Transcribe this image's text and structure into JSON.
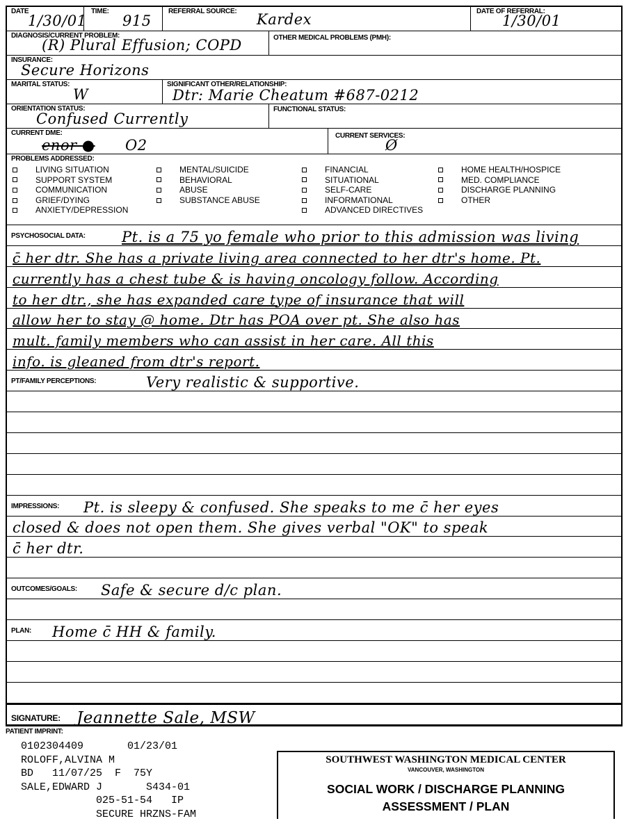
{
  "header": {
    "date_label": "DATE",
    "date_value": "1/30/01",
    "time_label": "TIME:",
    "time_value": "915",
    "referral_source_label": "REFERRAL SOURCE:",
    "referral_source_value": "Kardex",
    "date_of_referral_label": "DATE OF REFERRAL:",
    "date_of_referral_value": "1/30/01",
    "diagnosis_label": "DIAGNOSIS/CURRENT PROBLEM:",
    "diagnosis_value": "(R) Plural Effusion; COPD",
    "other_medical_label": "OTHER MEDICAL PROBLEMS (PMH):",
    "insurance_label": "INSURANCE:",
    "insurance_value": "Secure Horizons",
    "marital_label": "MARITAL STATUS:",
    "marital_value": "W",
    "significant_other_label": "SIGNIFICANT OTHER/RELATIONSHIP:",
    "significant_other_value": "Dtr: Marie Cheatum #687-0212",
    "orientation_label": "ORIENTATION STATUS:",
    "orientation_value": "Confused Currently",
    "functional_label": "FUNCTIONAL STATUS:",
    "dme_label": "CURRENT DME:",
    "dme_value": "O2",
    "services_label": "CURRENT SERVICES:",
    "services_value": "Ø"
  },
  "problems": {
    "label": "PROBLEMS ADDRESSED:",
    "columns": [
      [
        "LIVING SITUATION",
        "SUPPORT SYSTEM",
        "COMMUNICATION",
        "GRIEF/DYING",
        "ANXIETY/DEPRESSION"
      ],
      [
        "MENTAL/SUICIDE",
        "BEHAVIORAL",
        "ABUSE",
        "SUBSTANCE ABUSE"
      ],
      [
        "FINANCIAL",
        "SITUATIONAL",
        "SELF-CARE",
        "INFORMATIONAL",
        "ADVANCED DIRECTIVES"
      ],
      [
        "HOME HEALTH/HOSPICE",
        "MED. COMPLIANCE",
        "DISCHARGE PLANNING",
        "OTHER"
      ]
    ]
  },
  "sections": [
    {
      "key": "psychosocial",
      "label": "PSYCHOSOCIAL DATA:",
      "rows": 7,
      "lines": [
        "Pt. is a 75 yo female who prior to this admission was living",
        "c̄ her dtr. She has a private living area connected to her dtr's home. Pt.",
        "currently has a chest tube & is having oncology follow. According",
        "to her dtr., she has expanded care type of insurance that will",
        "allow her to stay @ home. Dtr has POA over pt. She also has",
        "mult. family members who can assist in her care. All this",
        "info. is gleaned from dtr's report."
      ]
    },
    {
      "key": "perceptions",
      "label": "PT/FAMILY PERCEPTIONS:",
      "rows": 6,
      "lines": [
        "Very realistic & supportive."
      ]
    },
    {
      "key": "impressions",
      "label": "IMPRESSIONS:",
      "rows": 4,
      "lines": [
        "Pt. is sleepy & confused. She speaks to me c̄ her eyes",
        "closed & does not open them. She gives verbal \"OK\" to speak",
        "c̄ her dtr."
      ]
    },
    {
      "key": "outcomes",
      "label": "OUTCOMES/GOALS:",
      "rows": 2,
      "lines": [
        "Safe & secure d/c plan."
      ]
    },
    {
      "key": "plan",
      "label": "PLAN:",
      "rows": 4,
      "lines": [
        "Home c̄ HH & family."
      ]
    }
  ],
  "signature": {
    "label": "SIGNATURE:",
    "value": "Jeannette Sale, MSW"
  },
  "imprint": {
    "label": "PATIENT IMPRINT:",
    "lines": [
      "0102304409       01/23/01",
      "ROLOFF,ALVINA M",
      "BD   11/07/25  F  75Y",
      "SALE,EDWARD J       S434-01",
      "            025-51-54   IP",
      "            SECURE HRZNS-FAM"
    ]
  },
  "hospital": {
    "name": "SOUTHWEST WASHINGTON MEDICAL CENTER",
    "location": "VANCOUVER, WASHINGTON",
    "title1": "SOCIAL WORK / DISCHARGE PLANNING",
    "title2": "ASSESSMENT / PLAN"
  }
}
